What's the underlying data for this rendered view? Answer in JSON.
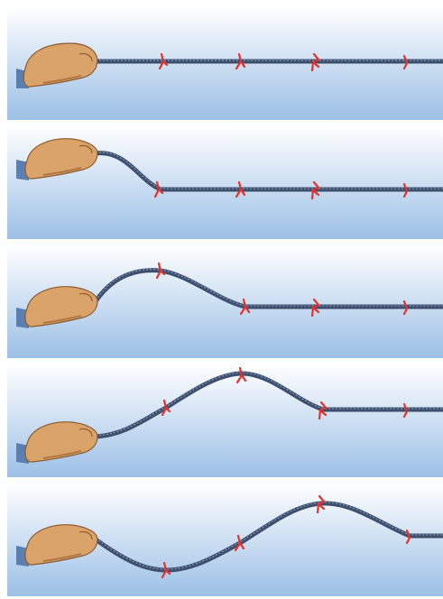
{
  "figure": {
    "description_visible_text": "",
    "colors": {
      "panel_top": "#ffffff",
      "panel_bottom": "#9cc0e6",
      "rope": "#3e4f6e",
      "rope_highlight": "#7f93b3",
      "marker": "#e8302a",
      "hand_skin": "#d9a36a",
      "hand_shadow": "#b07844",
      "sleeve": "#5b7fb0"
    },
    "icons": [
      "hand-icon",
      "rope-marker-icon"
    ],
    "panels": [
      {
        "id": "panel-1",
        "stage": 1,
        "markers": [
          "x1",
          "x2",
          "x3",
          "x4"
        ]
      },
      {
        "id": "panel-2",
        "stage": 2,
        "markers": [
          "x1",
          "x2",
          "x3",
          "x4"
        ]
      },
      {
        "id": "panel-3",
        "stage": 3,
        "markers": [
          "x1",
          "x2",
          "x3",
          "x4"
        ]
      },
      {
        "id": "panel-4",
        "stage": 4,
        "markers": [
          "x1",
          "x2",
          "x3",
          "x4"
        ]
      },
      {
        "id": "panel-5",
        "stage": 5,
        "markers": [
          "x1",
          "x2",
          "x3",
          "x4"
        ]
      }
    ]
  }
}
